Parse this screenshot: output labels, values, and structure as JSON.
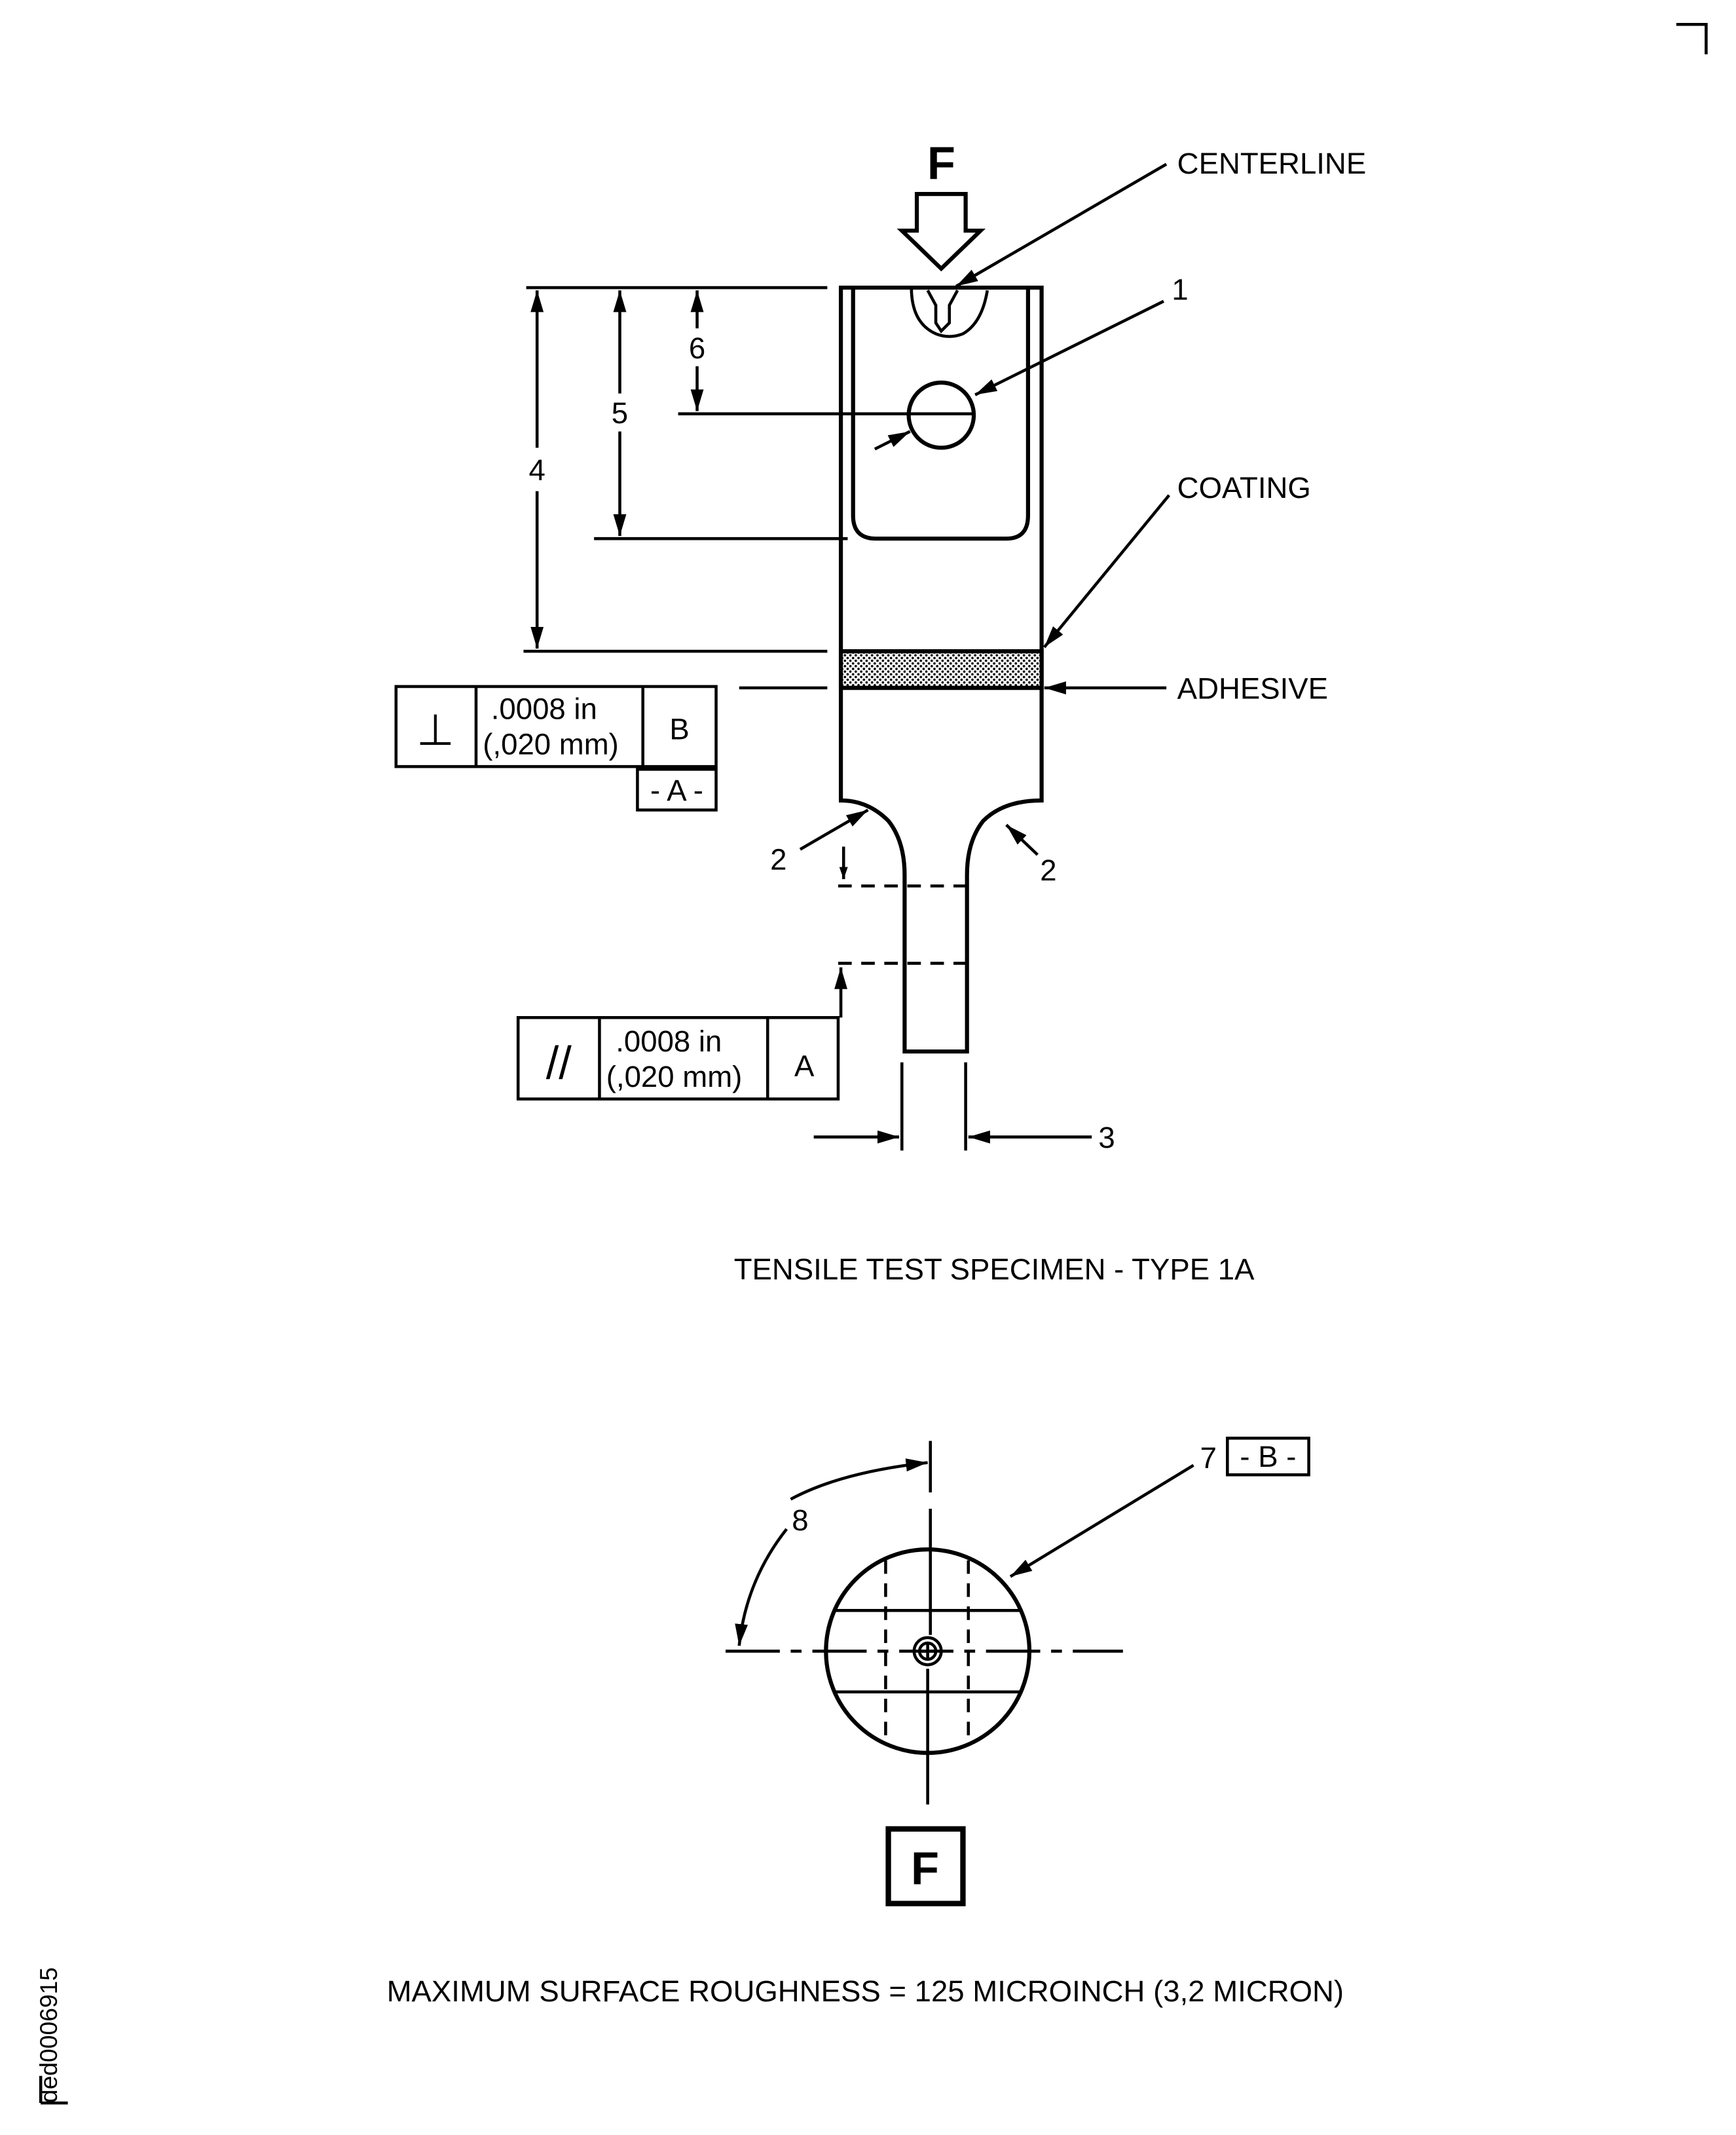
{
  "drawing": {
    "force_label": "F",
    "callouts": {
      "centerline": "CENTERLINE",
      "coating": "COATING",
      "adhesive": "ADHESIVE",
      "item_1": "1",
      "item_2_left": "2",
      "item_2_right": "2",
      "item_3": "3",
      "item_4": "4",
      "item_5": "5",
      "item_6": "6",
      "item_7": "7",
      "item_8": "8"
    },
    "perpendicularity_frame": {
      "symbol": "⊥",
      "tolerance_in": ".0008 in",
      "tolerance_mm": "(,020 mm)",
      "datum": "B",
      "datum_feature": "- A -"
    },
    "parallelism_frame": {
      "symbol": "//",
      "tolerance_in": ".0008 in",
      "tolerance_mm": "(,020 mm)",
      "datum": "A"
    },
    "datum_b_feature": "- B -",
    "view_label": "F",
    "caption": "TENSILE TEST SPECIMEN - TYPE 1A",
    "note": "MAXIMUM SURFACE ROUGHNESS = 125 MICROINCH (3,2 MICRON)",
    "figure_id": "ded0006915"
  }
}
